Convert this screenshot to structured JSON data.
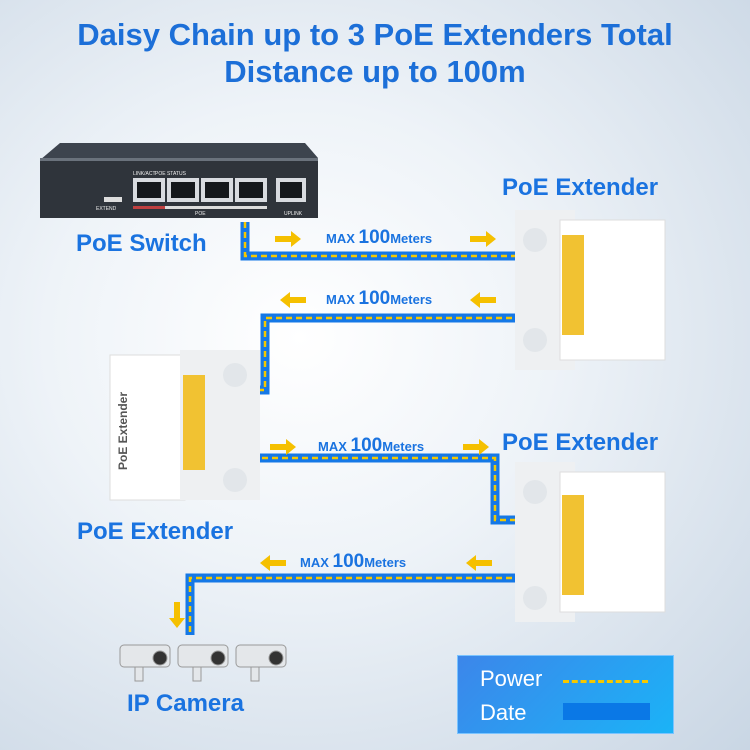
{
  "title": {
    "line1": "Daisy Chain up to 3 PoE Extenders Total",
    "line2": "Distance up to 100m"
  },
  "devices": {
    "switch": "PoE Switch",
    "extender1": "PoE Extender",
    "extender2": "PoE Extender",
    "extender3": "PoE Extender",
    "camera": "IP Camera",
    "extender_body_text": "PoE Extender"
  },
  "switch_panel": {
    "link_act": "LINK/ACT",
    "poe_status": "POE STATUS",
    "extend": "EXTEND",
    "poe": "POE",
    "uplink": "UPLINK"
  },
  "segments": [
    {
      "prefix": "MAX ",
      "value": "100",
      "unit": "Meters"
    },
    {
      "prefix": "MAX ",
      "value": "100",
      "unit": "Meters"
    },
    {
      "prefix": "MAX ",
      "value": "100",
      "unit": "Meters"
    },
    {
      "prefix": "MAX ",
      "value": "100",
      "unit": "Meters"
    }
  ],
  "legend": {
    "power": "Power",
    "data": "Date"
  },
  "colors": {
    "title": "#1c6fd8",
    "cable": "#1578e6",
    "power": "#f5c800"
  }
}
